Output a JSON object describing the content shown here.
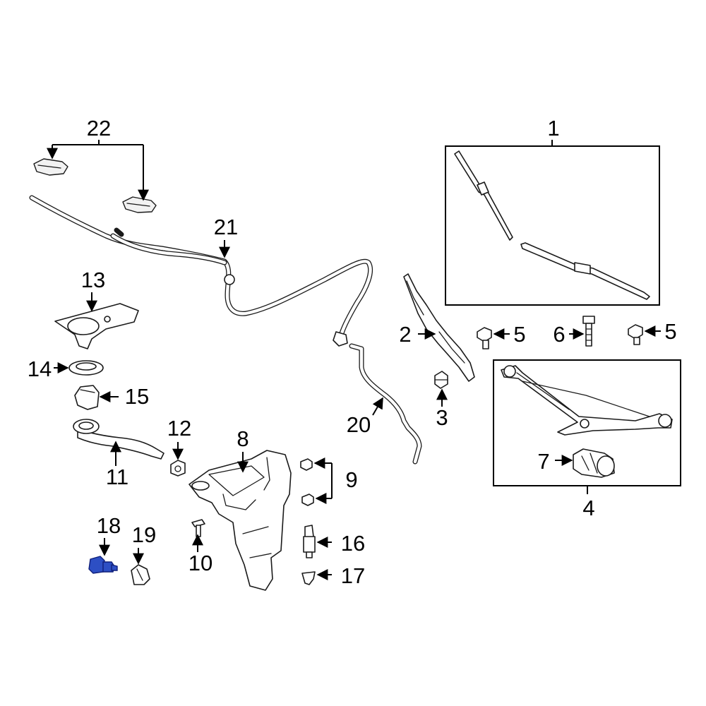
{
  "callouts": {
    "c1": "1",
    "c2": "2",
    "c3": "3",
    "c4": "4",
    "c5a": "5",
    "c5b": "5",
    "c6": "6",
    "c7": "7",
    "c8": "8",
    "c9": "9",
    "c10": "10",
    "c11": "11",
    "c12": "12",
    "c13": "13",
    "c14": "14",
    "c15": "15",
    "c16": "16",
    "c17": "17",
    "c18": "18",
    "c19": "19",
    "c20": "20",
    "c21": "21",
    "c22": "22"
  },
  "colors": {
    "line": "#000000",
    "highlight_fill": "#2d4fc4",
    "highlight_stroke": "#0f1f7a",
    "background": "#ffffff"
  }
}
